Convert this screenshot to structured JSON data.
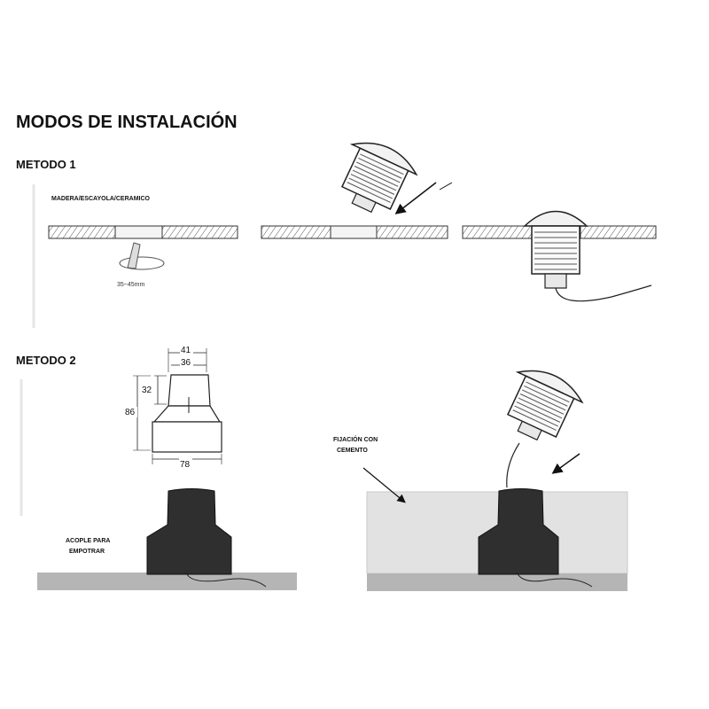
{
  "title": "MODOS DE INSTALACIÓN",
  "method1": {
    "heading": "METODO 1",
    "material_label": "MADERA/ESCAYOLA/CERAMICO",
    "hole_size": "35~45mm"
  },
  "method2": {
    "heading": "METODO 2",
    "dimensions": {
      "top_width": "41",
      "inner_width": "36",
      "neck_height": "32",
      "total_height": "86",
      "base_width": "78"
    },
    "coupling_label_line1": "ACOPLE PARA",
    "coupling_label_line2": "EMPOTRAR",
    "cement_label_line1": "FIJACIÓN CON",
    "cement_label_line2": "CEMENTO"
  },
  "colors": {
    "ink": "#111111",
    "coupling": "#2f2f2f",
    "ground": "#b5b5b5",
    "cement": "#e2e2e2",
    "light_body": "#f2f2f2"
  }
}
